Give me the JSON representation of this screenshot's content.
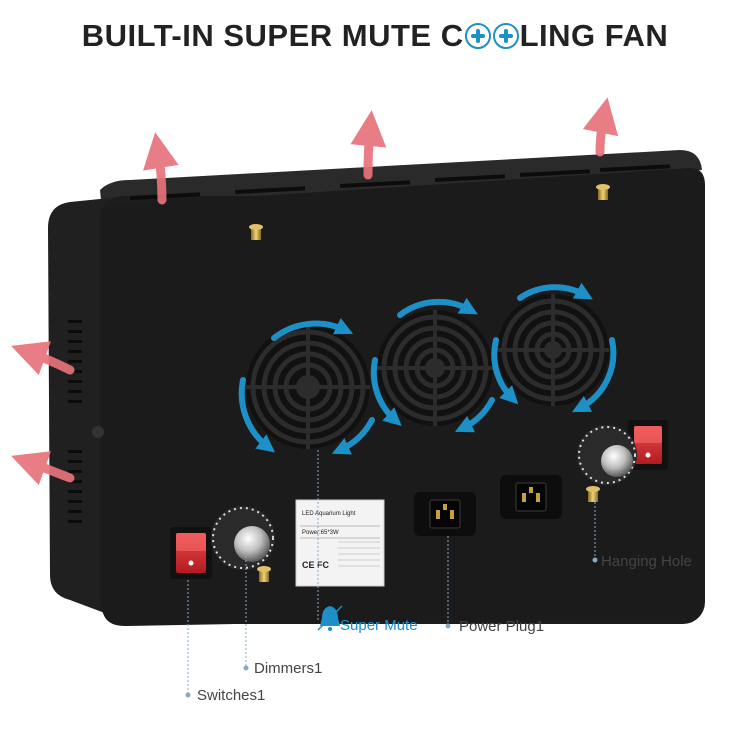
{
  "title": {
    "part1": "BUILT-IN SUPER MUTE C",
    "part2": "LING FAN"
  },
  "product_label": {
    "heading": "LED Aquarium Light",
    "power": "Power:65*3W",
    "marks": "CE FC"
  },
  "callouts": {
    "super_mute": "Super Mute",
    "power_plug": "Power Plug1",
    "hanging_hole": "Hanging Hole",
    "dimmers": "Dimmers1",
    "switches": "Switches1"
  },
  "colors": {
    "housing": "#1c1c1c",
    "airflow_arrow": "#e8737b",
    "rotation_arrow": "#1e90c8",
    "switch_red": "#d8262c",
    "brass": "#c7a23c"
  },
  "icons": [
    "fan-icon",
    "bell-mute-icon"
  ]
}
